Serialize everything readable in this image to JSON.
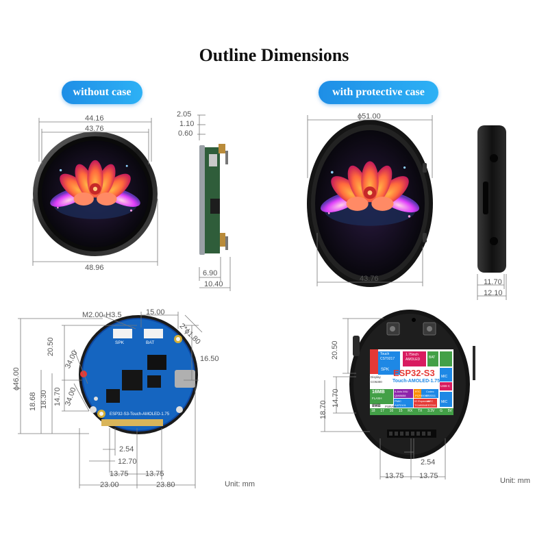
{
  "title": "Outline Dimensions",
  "labels": {
    "without_case": "without case",
    "with_case": "with protective case"
  },
  "dims": {
    "d_44_16": "44.16",
    "d_43_76_a": "43.76",
    "d_48_96": "48.96",
    "d_2_05": "2.05",
    "d_1_10": "1.10",
    "d_0_60": "0.60",
    "d_6_90": "6.90",
    "d_10_40": "10.40",
    "d_phi_51": "ϕ51.00",
    "d_43_76_b": "43.76",
    "d_11_70": "11.70",
    "d_12_10": "12.10",
    "d_m2": "M2.00-H3.5",
    "d_15_00": "15.00",
    "d_2x1_80": "2*ϕ1.80",
    "d_20_50_a": "20.50",
    "d_34_00_a": "34.00",
    "d_16_50": "16.50",
    "d_phi_46": "ϕ46.00",
    "d_18_68": "18.68",
    "d_18_30": "18.30",
    "d_14_70_a": "14.70",
    "d_34_00_b": "34.00",
    "d_2_54_a": "2.54",
    "d_12_70": "12.70",
    "d_13_75_a": "13.75",
    "d_13_75_b": "13.75",
    "d_23_00": "23.00",
    "d_23_80": "23.80",
    "d_20_50_b": "20.50",
    "d_14_70_b": "14.70",
    "d_18_70": "18.70",
    "d_2_54_b": "2.54",
    "d_13_75_c": "13.75",
    "d_13_75_d": "13.75"
  },
  "unit_left": "Unit: mm",
  "unit_right": "Unit: mm",
  "board": {
    "silk": "ESP32-S3-Touch-AMOLED-1.75",
    "spk": "SPK",
    "bat": "BAT"
  },
  "overlay": {
    "chip": "ESP32-S3",
    "subtitle": "Touch-AMOLED-1.75",
    "touch": "Touch",
    "touch_sub": "CST9217",
    "amoled": "1.75inch",
    "amoled_sub": "AMOLED",
    "spk": "SPK",
    "bat": "BAT",
    "display": "Display",
    "display_sub": "CO5300",
    "mic": "MIC",
    "usb": "USB-C",
    "flash": "16MB",
    "flash_sub": "FLASH",
    "psram": "8MB",
    "psram_sub": "PSRAM",
    "imu": "6-Axis IMU",
    "imu_sub": "QMI8658",
    "rtc": "RTC",
    "rtc_sub": "PCF85063",
    "pmic": "PMIC",
    "pmic_sub": "AXP2101",
    "io": "IO Expander",
    "io_sub": "TCA9554",
    "codec": "Codec",
    "codec_sub": "ES8311",
    "aec": "AEC",
    "aec_sub": "ES7210",
    "pins": [
      "18",
      "17",
      "16",
      "15",
      "RX",
      "TX",
      "3.3V",
      "G",
      "5V"
    ]
  }
}
